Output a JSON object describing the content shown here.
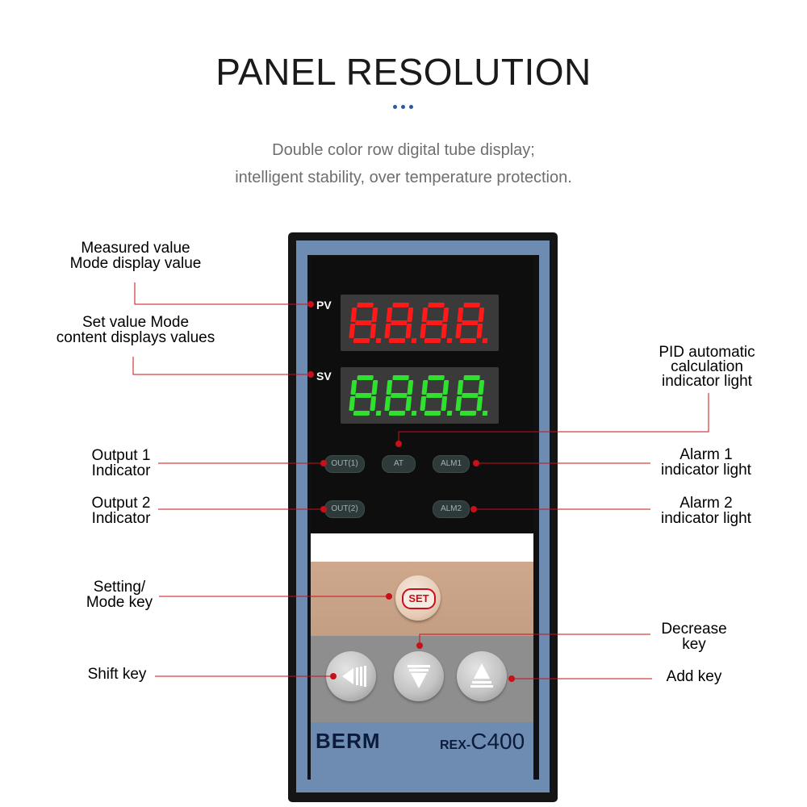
{
  "header": {
    "title": "PANEL RESOLUTION",
    "subtitle_line1": "Double color row digital tube display;",
    "subtitle_line2": "intelligent stability, over temperature protection."
  },
  "device": {
    "pv_label": "PV",
    "sv_label": "SV",
    "pv_readout": "8.8.8.8.",
    "sv_readout": "8.8.8.8.",
    "indicators": {
      "out1": "OUT(1)",
      "at": "AT",
      "alm1": "ALM1",
      "out2": "OUT(2)",
      "alm2": "ALM2"
    },
    "set_key": "SET",
    "brand": "BERM",
    "model_prefix": "REX-",
    "model_suffix": "C400"
  },
  "callouts": {
    "pv": [
      "Measured value",
      "Mode display value"
    ],
    "sv": [
      "Set value Mode",
      "content displays values"
    ],
    "pid": [
      "PID automatic",
      "calculation",
      "indicator light"
    ],
    "out1": [
      "Output 1",
      "Indicator"
    ],
    "alm1": [
      "Alarm 1",
      "indicator light"
    ],
    "out2": [
      "Output 2",
      "Indicator"
    ],
    "alm2": [
      "Alarm 2",
      "indicator light"
    ],
    "set": [
      "Setting/",
      "Mode key"
    ],
    "decrease": [
      "Decrease",
      "key"
    ],
    "shift": [
      "Shift key"
    ],
    "add": [
      "Add key"
    ]
  },
  "colors": {
    "pv_digits": "#ff1a1a",
    "sv_digits": "#2fe02f",
    "callout_line": "#c8101a",
    "panel_blue": "#6e8cb1",
    "key_gold": "#cfa88c"
  }
}
